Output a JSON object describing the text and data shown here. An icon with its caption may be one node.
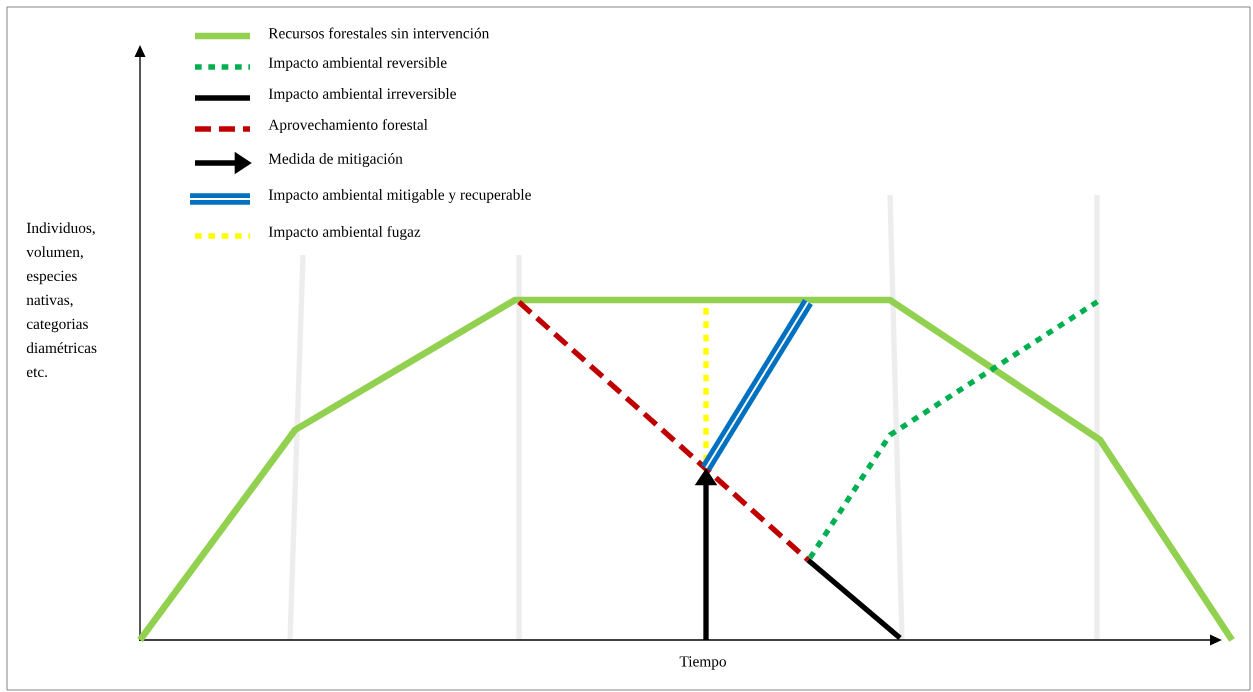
{
  "diagram": {
    "labels": [
      "Individuos, volumen, especies nativas, categorias diamétricas etc.",
      "Tiempo"
    ],
    "legend": [
      {
        "text": "Recursos forestales sin intervención"
      },
      {
        "text": "Impacto ambiental reversible"
      },
      {
        "text": "Impacto ambiental irreversible"
      },
      {
        "text": "Aprovechamiento forestal"
      },
      {
        "text": "Medida de mitigación"
      },
      {
        "text": "Impacto ambiental mitigable y recuperable"
      },
      {
        "text": "Impacto ambiental fugaz"
      }
    ]
  }
}
